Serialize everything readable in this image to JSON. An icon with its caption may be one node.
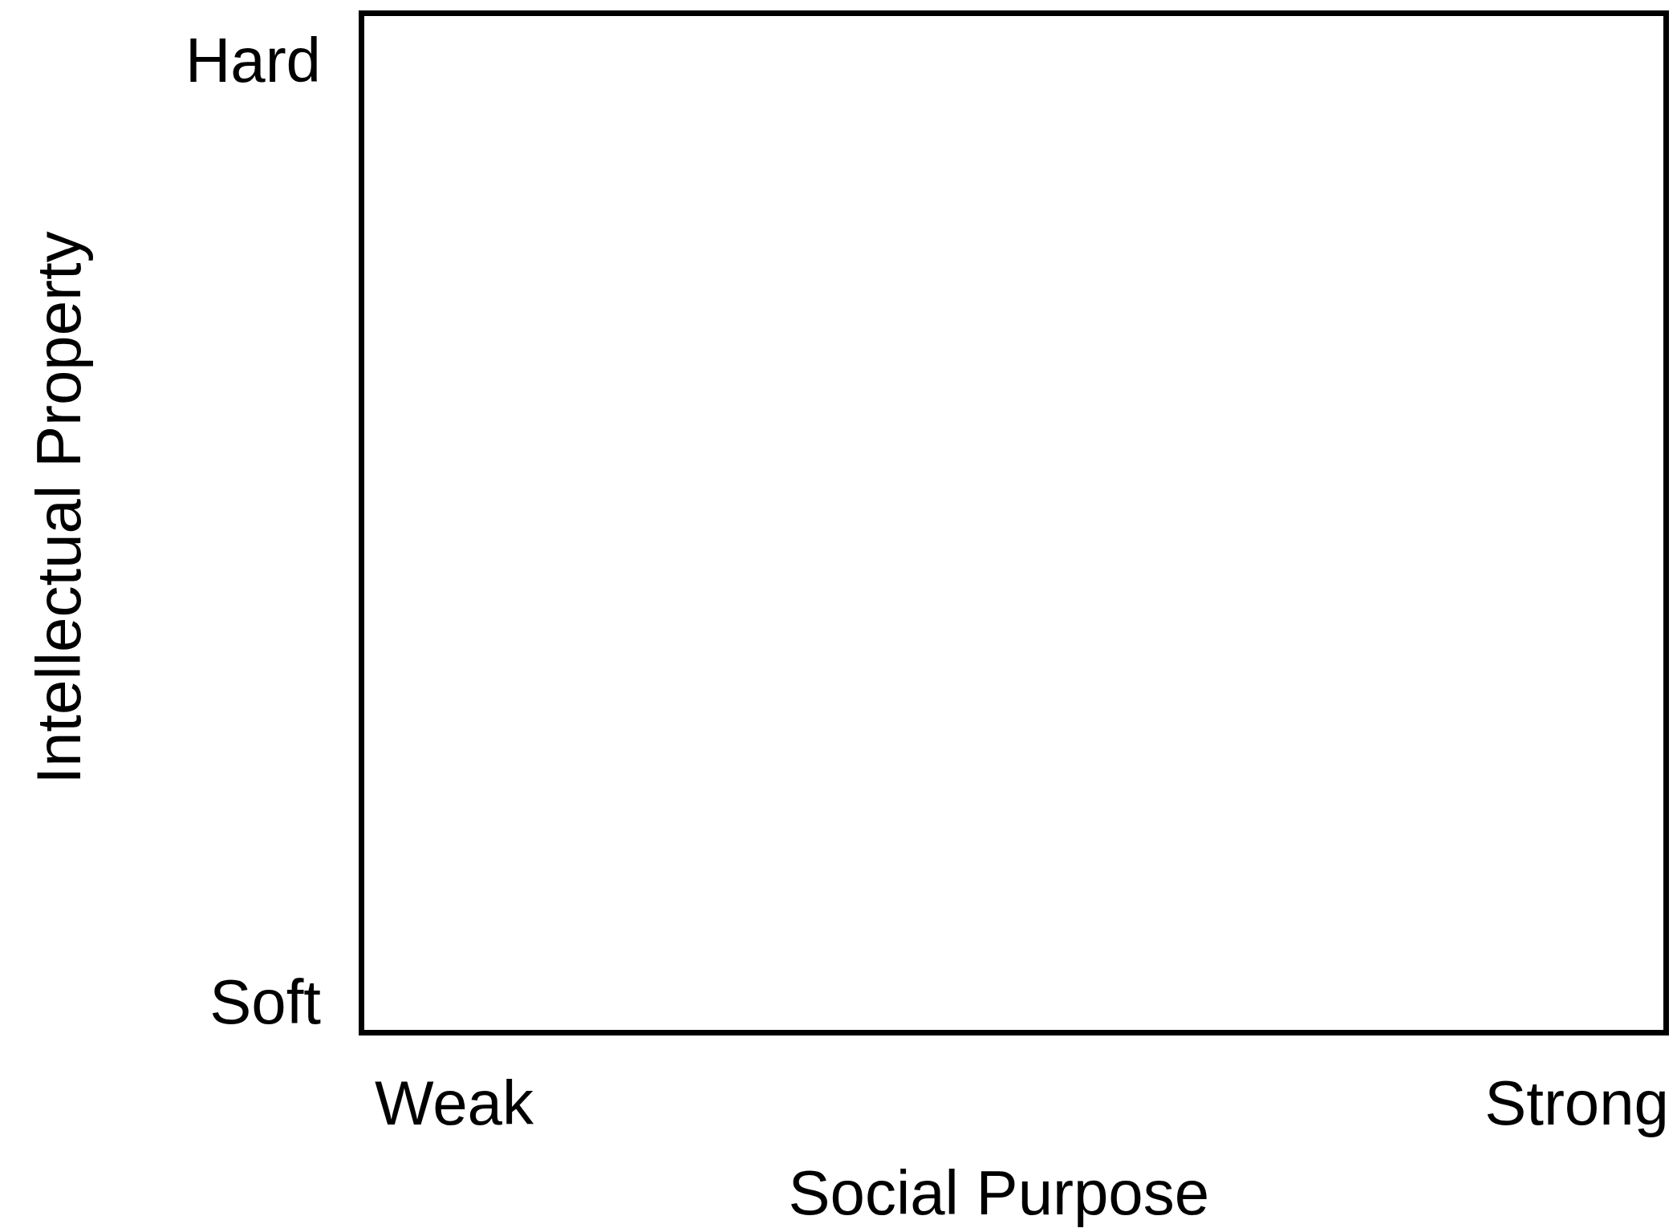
{
  "diagram": {
    "labels": [
      "Hard",
      "Intellectual Property",
      "Soft",
      "Weak",
      "Strong",
      "Social Purpose"
    ]
  }
}
